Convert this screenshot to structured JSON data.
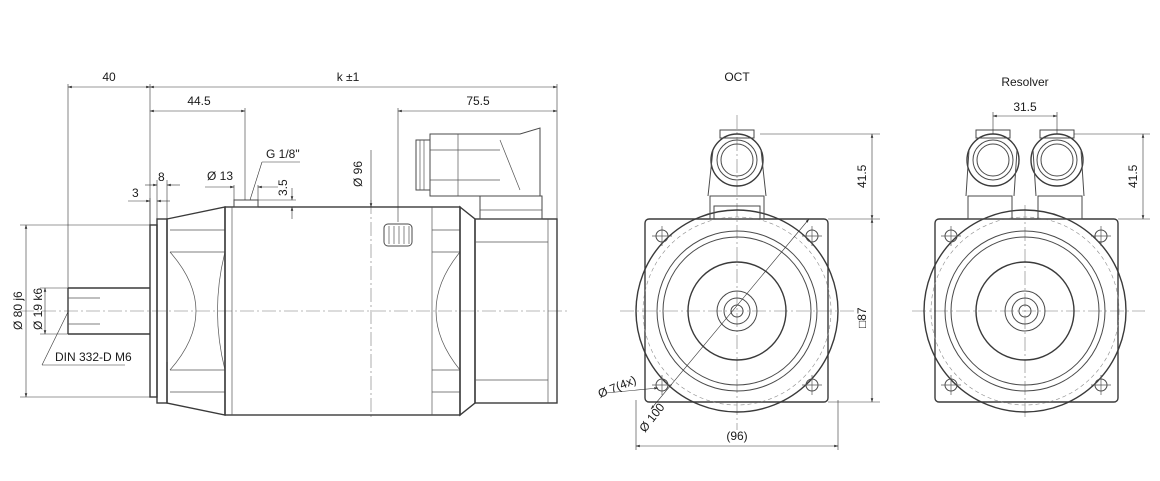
{
  "views": {
    "oct_title": "OCT",
    "resolver_title": "Resolver"
  },
  "dimensions": {
    "d40": "40",
    "k": "k ±1",
    "d44_5": "44.5",
    "d75_5": "75.5",
    "g18": "G 1/8\"",
    "d13": "Ø 13",
    "d8": "8",
    "d3": "3",
    "d3_5": "3.5",
    "d96": "Ø 96",
    "d80j6": "Ø 80 j6",
    "d19k6": "Ø 19 k6",
    "din": "DIN 332-D M6",
    "oct_41_5": "41.5",
    "sq87": "□87",
    "d7_4x": "Ø 7(4x)",
    "d100": "Ø 100",
    "d96p": "(96)",
    "res_31_5": "31.5",
    "res_41_5": "41.5"
  }
}
